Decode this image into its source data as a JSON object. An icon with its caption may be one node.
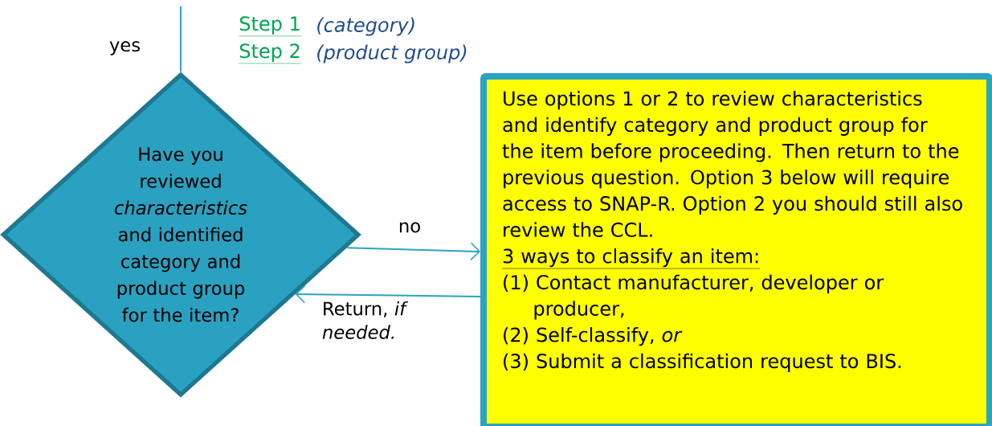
{
  "diagram": {
    "nodes": [
      {
        "text": [
          "Have you reviewed *characteristics* and identified category and product group for the item?"
        ]
      },
      {
        "text": [
          "Use options 1 or 2 to review  characteristics and identify category and product group for the item before proceeding.  Then return to the previous question.  Option 3 below will require access to SNAP-R.   Option 2 you should still also review the CCL.",
          "3 ways to classify an item:",
          "(1) Contact manufacturer, developer or producer,",
          "(2) Self-classify,  *or*",
          "(3) Submit a classification request to BIS."
        ]
      }
    ],
    "edges": [
      {
        "from": null,
        "to": 0,
        "arrow": "none",
        "label": "yes"
      },
      {
        "from": 0,
        "to": 1,
        "arrow": "to",
        "label": "no"
      },
      {
        "from": 1,
        "to": 0,
        "arrow": "to",
        "label": "Return, *if needed.*"
      }
    ],
    "labels": [
      "Step 1",
      "(category)",
      "Step 2",
      "(product group)"
    ]
  }
}
